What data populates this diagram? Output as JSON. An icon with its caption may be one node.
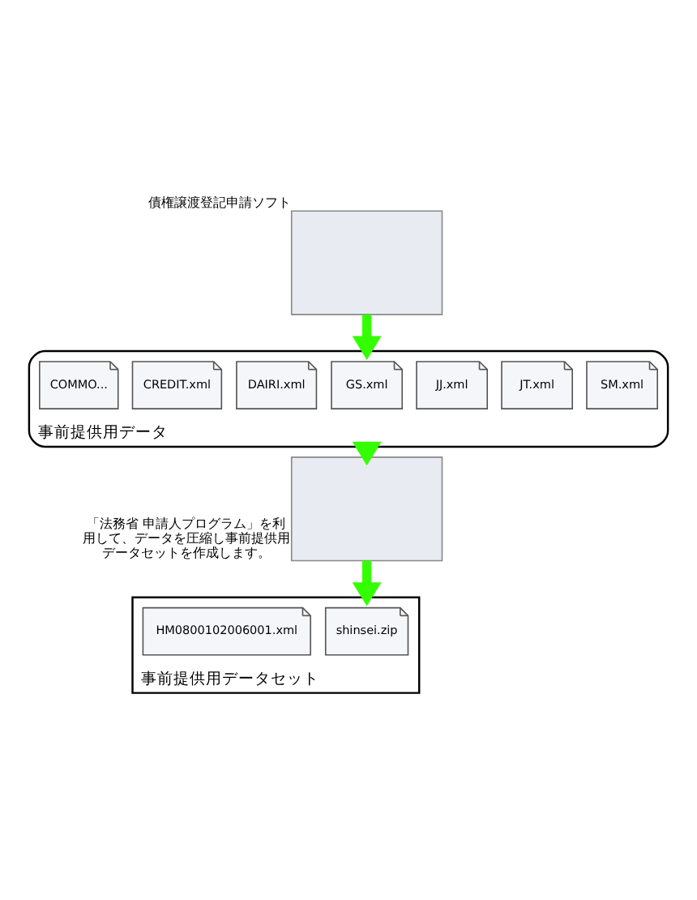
{
  "diagram": {
    "nodes": [
      {
        "text": [],
        "shape": "box",
        "beside": [
          "債権譲渡登記申請ソフト"
        ]
      },
      {
        "text": [
          "事前提供用データ"
        ]
      },
      {
        "text": [
          "COMMO..."
        ],
        "in": 1
      },
      {
        "text": [
          "CREDIT.xml"
        ],
        "in": 1
      },
      {
        "text": [
          "DAIRI.xml"
        ],
        "in": 1
      },
      {
        "text": [
          "GS.xml"
        ],
        "in": 1
      },
      {
        "text": [
          "JJ.xml"
        ],
        "in": 1
      },
      {
        "text": [
          "JT.xml"
        ],
        "in": 1
      },
      {
        "text": [
          "SM.xml"
        ],
        "in": 1
      },
      {
        "text": [],
        "shape": "box",
        "beside": [
          "「法務省 申請人プログラム」を利用して、データを圧縮し事前提供用データセットを作成します。"
        ]
      },
      {
        "text": [
          "事前提供用データセット"
        ]
      },
      {
        "text": [
          "HM0800102006001.xml"
        ],
        "in": 10
      },
      {
        "text": [
          "shinsei.zip"
        ],
        "in": 10
      }
    ],
    "edges": [
      {
        "from": 0,
        "to": 1,
        "arrow": "to",
        "color": "#33ff00"
      },
      {
        "from": 1,
        "to": 9,
        "arrow": "to",
        "color": "#33ff00"
      },
      {
        "from": 9,
        "to": 10,
        "arrow": "to",
        "color": "#33ff00"
      }
    ]
  }
}
